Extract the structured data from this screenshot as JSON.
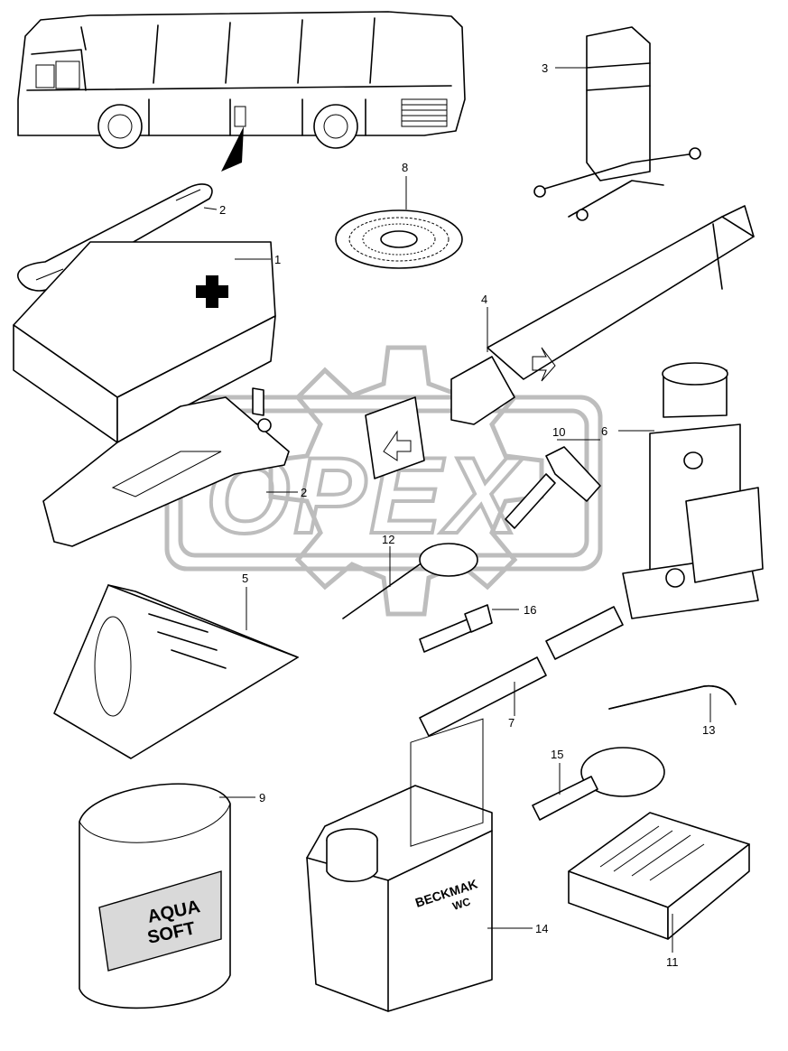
{
  "watermark": {
    "text": "OPEX"
  },
  "labels": {
    "first_aid_kit": "1",
    "strap_top": "2",
    "strap_mid": "2",
    "warning_triangle": "3",
    "jack_lever": "4",
    "wheel_chock": "5",
    "hydraulic_jack": "6",
    "extension_tube": "7",
    "tachograph_disc": "8",
    "toilet_paper": "9",
    "handle": "10",
    "bulb_kit": "11",
    "pin": "12",
    "hex_key": "13",
    "canister": "14",
    "wrench_ring": "15",
    "adapter": "16"
  },
  "product_text": {
    "paper_line1": "AQUA",
    "paper_line2": "SOFT",
    "canister_line1": "BECKMAK",
    "canister_line2": "WC"
  }
}
